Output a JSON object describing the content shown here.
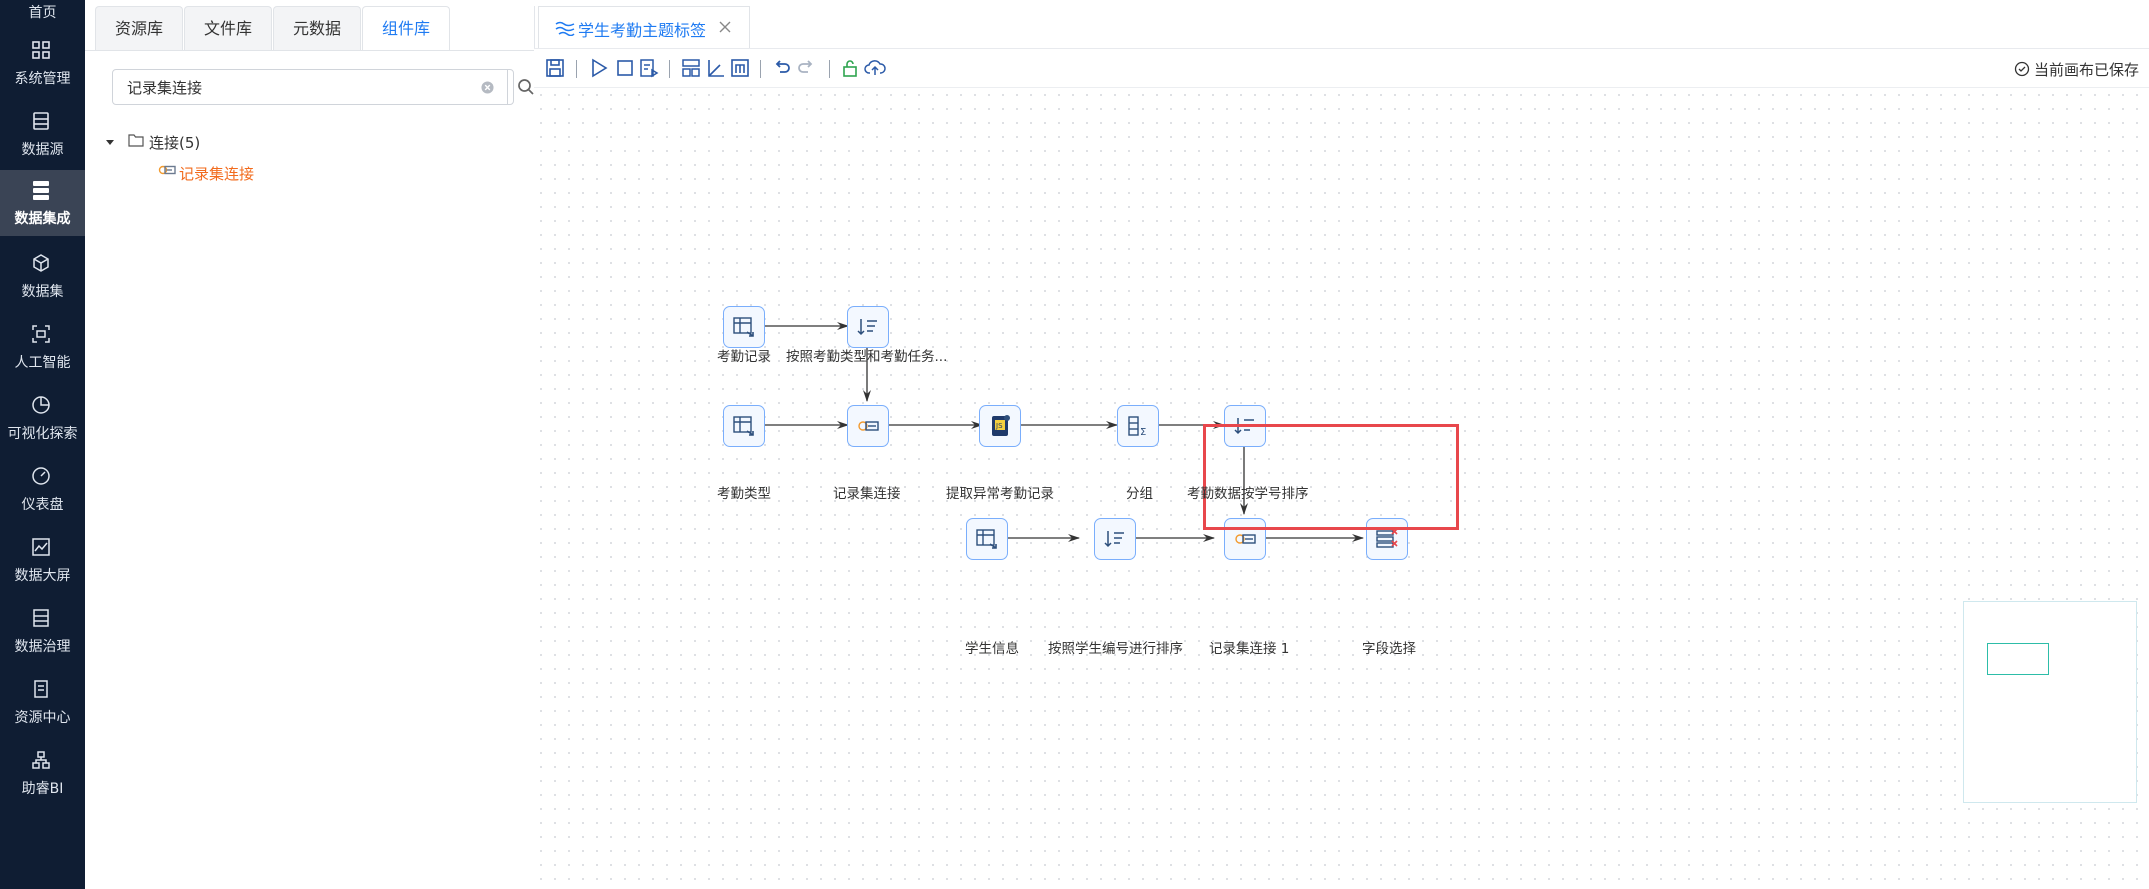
{
  "nav": {
    "items": [
      {
        "label": "首页",
        "icon": "home-icon"
      },
      {
        "label": "系统管理",
        "icon": "grid-icon"
      },
      {
        "label": "数据源",
        "icon": "database-icon"
      },
      {
        "label": "数据集成",
        "icon": "server-icon",
        "active": true
      },
      {
        "label": "数据集",
        "icon": "cube-icon"
      },
      {
        "label": "人工智能",
        "icon": "ai-scan-icon"
      },
      {
        "label": "可视化探索",
        "icon": "pie-chart-icon"
      },
      {
        "label": "仪表盘",
        "icon": "gauge-icon"
      },
      {
        "label": "数据大屏",
        "icon": "line-chart-icon"
      },
      {
        "label": "数据治理",
        "icon": "list-icon"
      },
      {
        "label": "资源中心",
        "icon": "document-icon"
      },
      {
        "label": "助睿BI",
        "icon": "org-chart-icon"
      }
    ]
  },
  "panel": {
    "tabs": [
      "资源库",
      "文件库",
      "元数据",
      "组件库"
    ],
    "active_tab": "组件库",
    "search": {
      "value": "记录集连接"
    },
    "tree": {
      "folder": "连接(5)",
      "leaf": "记录集连接"
    }
  },
  "editor": {
    "tab_title": "学生考勤主题标签",
    "status": "当前画布已保存"
  },
  "flow": {
    "nodes": [
      {
        "label": "考勤记录",
        "icon": "table-input-icon"
      },
      {
        "label": "按照考勤类型和考勤任务...",
        "icon": "sort-icon"
      },
      {
        "label": "考勤类型",
        "icon": "table-input-icon"
      },
      {
        "label": "记录集连接",
        "icon": "join-icon"
      },
      {
        "label": "提取异常考勤记录",
        "icon": "script-icon"
      },
      {
        "label": "分组",
        "icon": "group-sum-icon"
      },
      {
        "label": "考勤数据按学号排序",
        "icon": "sort-icon"
      },
      {
        "label": "学生信息",
        "icon": "table-input-icon"
      },
      {
        "label": "按照学生编号进行排序",
        "icon": "sort-icon"
      },
      {
        "label": "记录集连接 1",
        "icon": "join-icon"
      },
      {
        "label": "字段选择",
        "icon": "field-select-icon"
      }
    ]
  },
  "colors": {
    "nav_bg": "#0f1d33",
    "accent": "#1f7bf2",
    "highlight": "#e8474c",
    "leaf": "#f26b1d"
  }
}
